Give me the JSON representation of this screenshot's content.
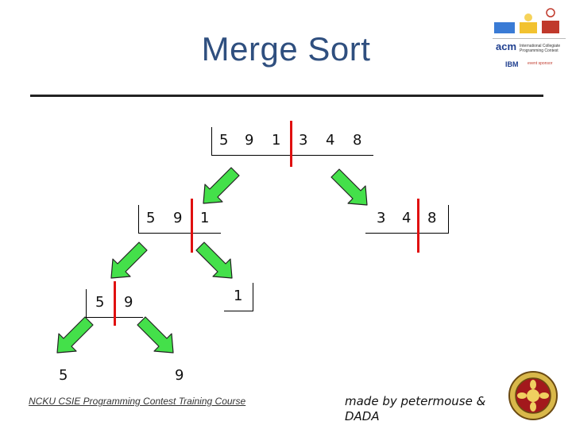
{
  "slide": {
    "title": "Merge Sort",
    "footer_left": "NCKU CSIE Programming Contest Training Course",
    "footer_right": "made by petermouse & DADA"
  },
  "logo": {
    "acm_text": "acm",
    "contest_text": "International Collegiate Programming Contest",
    "ibm_text": "IBM",
    "sponsor_text": "event sponsor"
  },
  "diagram": {
    "root": [
      "5",
      "9",
      "1",
      "3",
      "4",
      "8"
    ],
    "left": [
      "5",
      "9",
      "1"
    ],
    "right": [
      "3",
      "4",
      "8"
    ],
    "left_left": [
      "5",
      "9"
    ],
    "left_right": [
      "1"
    ],
    "leaf_a": [
      "5"
    ],
    "leaf_b": [
      "9"
    ]
  }
}
